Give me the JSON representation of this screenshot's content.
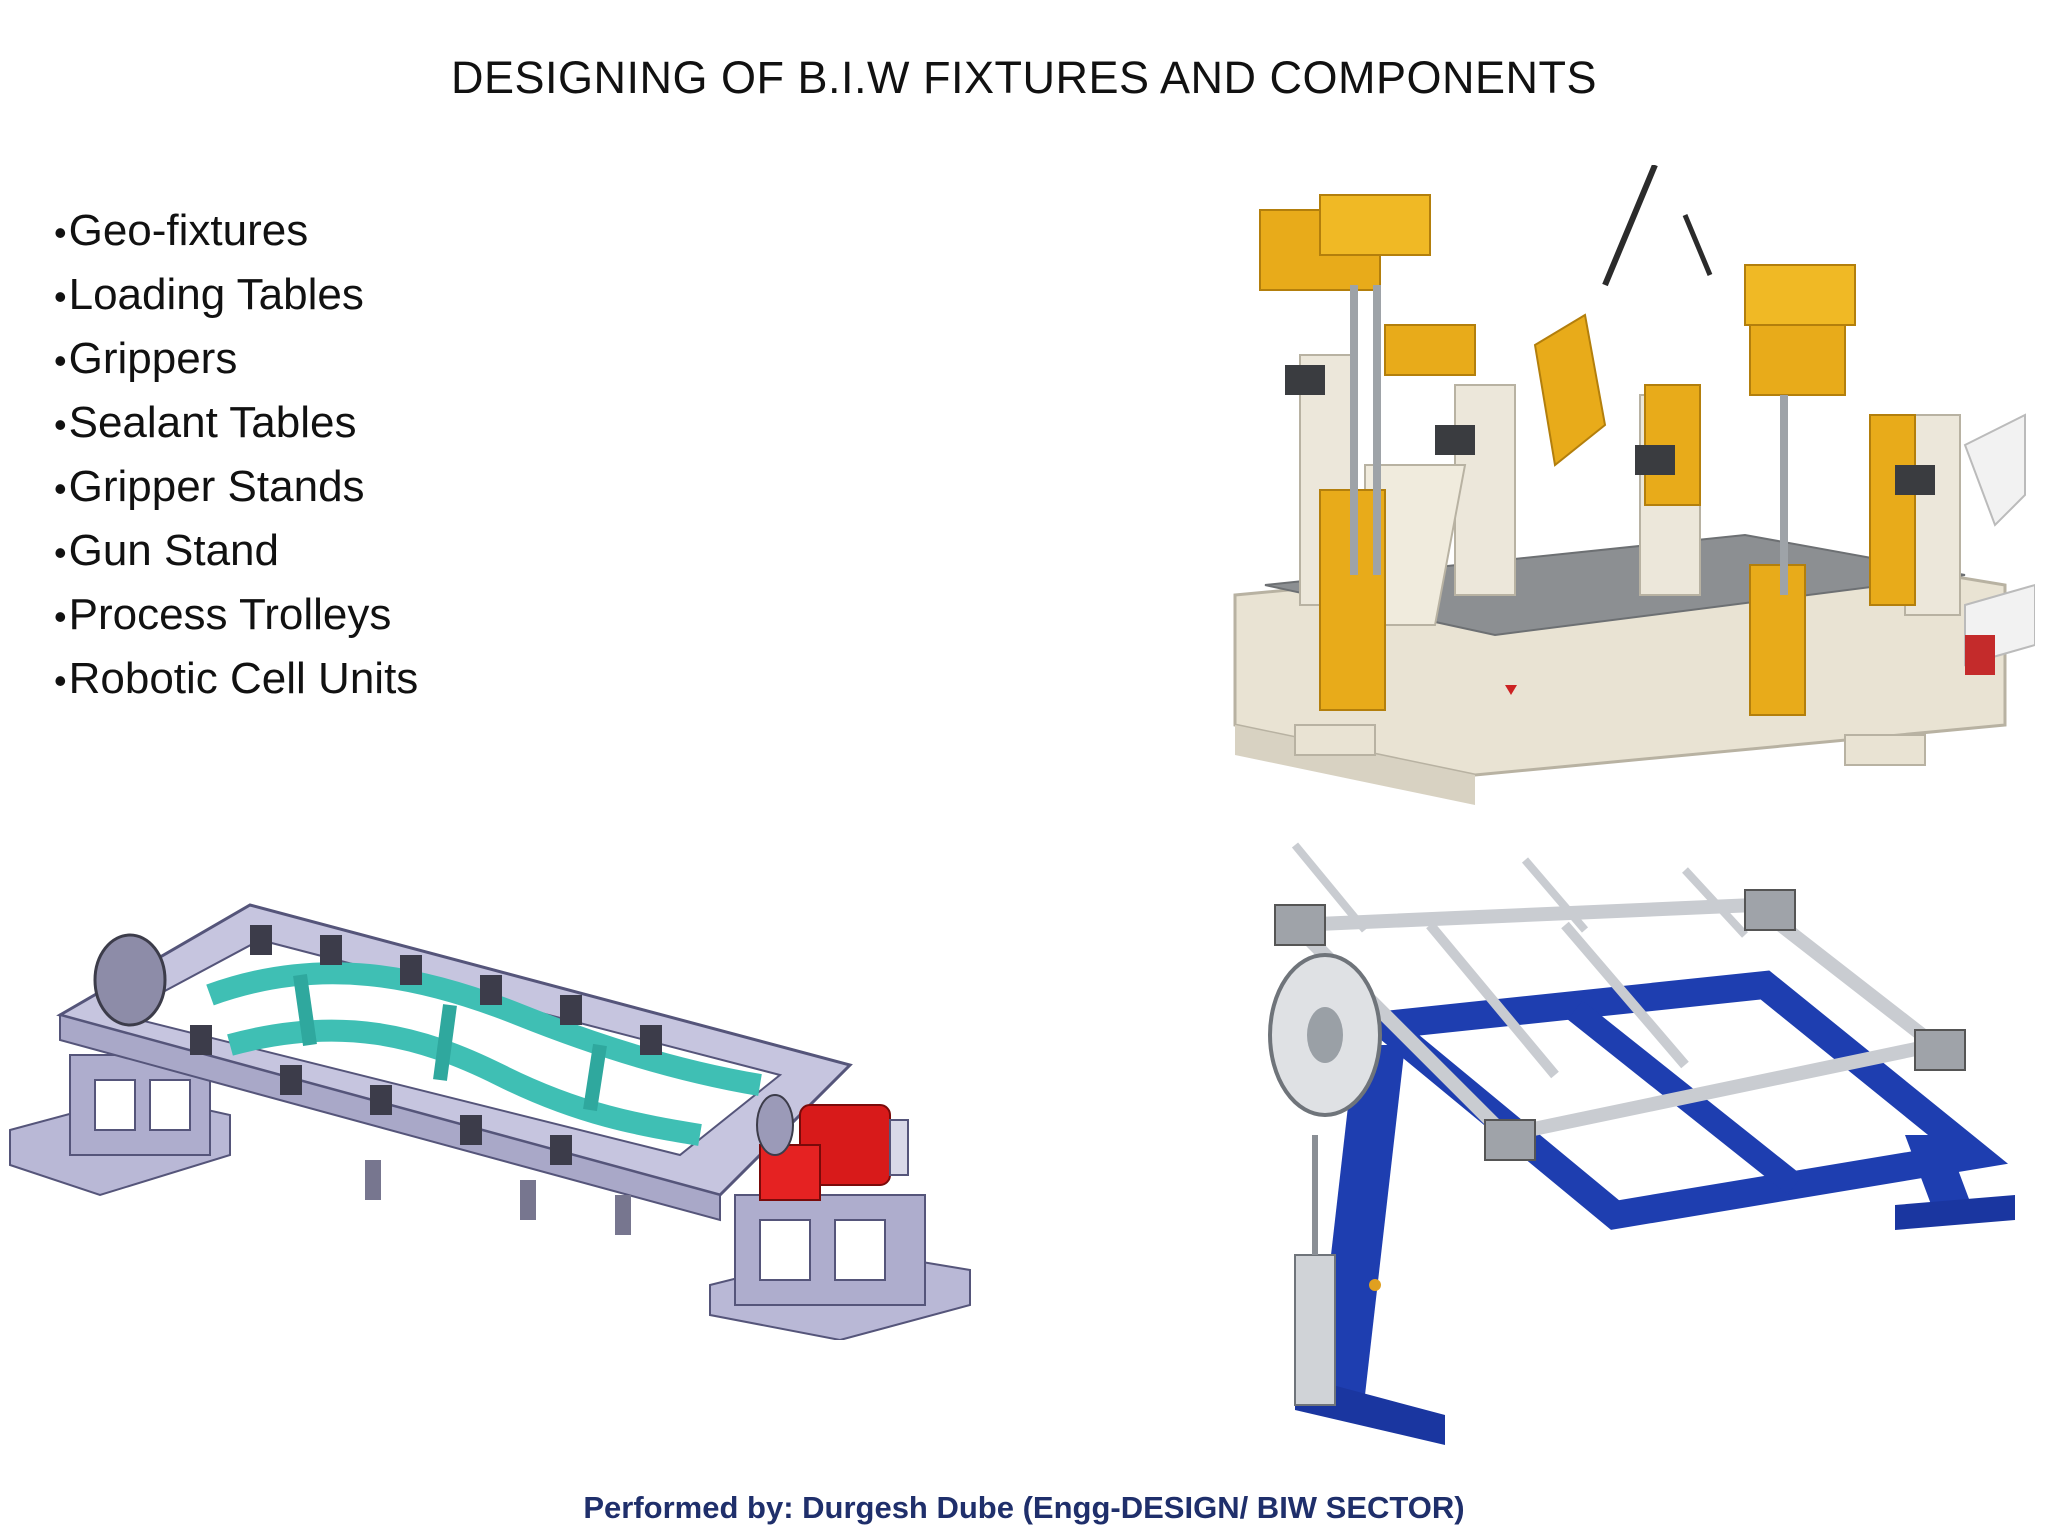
{
  "title": "DESIGNING OF B.I.W FIXTURES AND COMPONENTS",
  "bullets": [
    "Geo-fixtures",
    "Loading Tables",
    "Grippers",
    "Sealant Tables",
    "Gripper Stands",
    "Gun Stand",
    "Process Trolleys",
    "Robotic Cell Units"
  ],
  "bullet_symbol": "•",
  "footer": "Performed by: Durgesh Dube (Engg-DESIGN/ BIW SECTOR)",
  "colors": {
    "title": "#111111",
    "footer": "#1f2f6b",
    "fixture_yellow": "#e8ab1a",
    "fixture_cream": "#e9e3d3",
    "cad_lavender": "#b9b8d6",
    "cad_teal": "#3fbfb4",
    "cad_red": "#d81a1a",
    "stand_blue": "#1e3eb0",
    "stand_silver": "#c9ccd1"
  }
}
